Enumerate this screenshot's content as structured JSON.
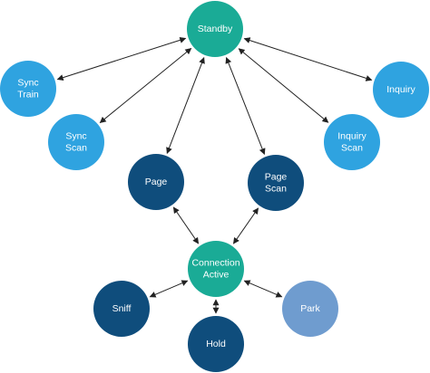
{
  "diagram": {
    "nodes": {
      "standby": {
        "label_lines": [
          "Standby"
        ],
        "color": "#1aab96"
      },
      "sync_train": {
        "label_lines": [
          "Sync",
          "Train"
        ],
        "color": "#2fa3e0"
      },
      "inquiry": {
        "label_lines": [
          "Inquiry"
        ],
        "color": "#2fa3e0"
      },
      "sync_scan": {
        "label_lines": [
          "Sync",
          "Scan"
        ],
        "color": "#2fa3e0"
      },
      "inquiry_scan": {
        "label_lines": [
          "Inquiry",
          "Scan"
        ],
        "color": "#2fa3e0"
      },
      "page": {
        "label_lines": [
          "Page"
        ],
        "color": "#0f4d7c"
      },
      "page_scan": {
        "label_lines": [
          "Page",
          "Scan"
        ],
        "color": "#0f4d7c"
      },
      "connection_active": {
        "label_lines": [
          "Connection",
          "Active"
        ],
        "color": "#1aab96"
      },
      "sniff": {
        "label_lines": [
          "Sniff"
        ],
        "color": "#0f4d7c"
      },
      "hold": {
        "label_lines": [
          "Hold"
        ],
        "color": "#0f4d7c"
      },
      "park": {
        "label_lines": [
          "Park"
        ],
        "color": "#6f9ccf"
      }
    },
    "edges": [
      {
        "from": "standby",
        "to": "sync_train",
        "bidirectional": true
      },
      {
        "from": "standby",
        "to": "sync_scan",
        "bidirectional": true
      },
      {
        "from": "standby",
        "to": "page",
        "bidirectional": true
      },
      {
        "from": "standby",
        "to": "page_scan",
        "bidirectional": true
      },
      {
        "from": "standby",
        "to": "inquiry_scan",
        "bidirectional": true
      },
      {
        "from": "standby",
        "to": "inquiry",
        "bidirectional": true
      },
      {
        "from": "page",
        "to": "connection_active",
        "bidirectional": true
      },
      {
        "from": "page_scan",
        "to": "connection_active",
        "bidirectional": true
      },
      {
        "from": "connection_active",
        "to": "sniff",
        "bidirectional": true
      },
      {
        "from": "connection_active",
        "to": "hold",
        "bidirectional": true
      },
      {
        "from": "connection_active",
        "to": "park",
        "bidirectional": true
      }
    ],
    "edge_color": "#222222"
  }
}
